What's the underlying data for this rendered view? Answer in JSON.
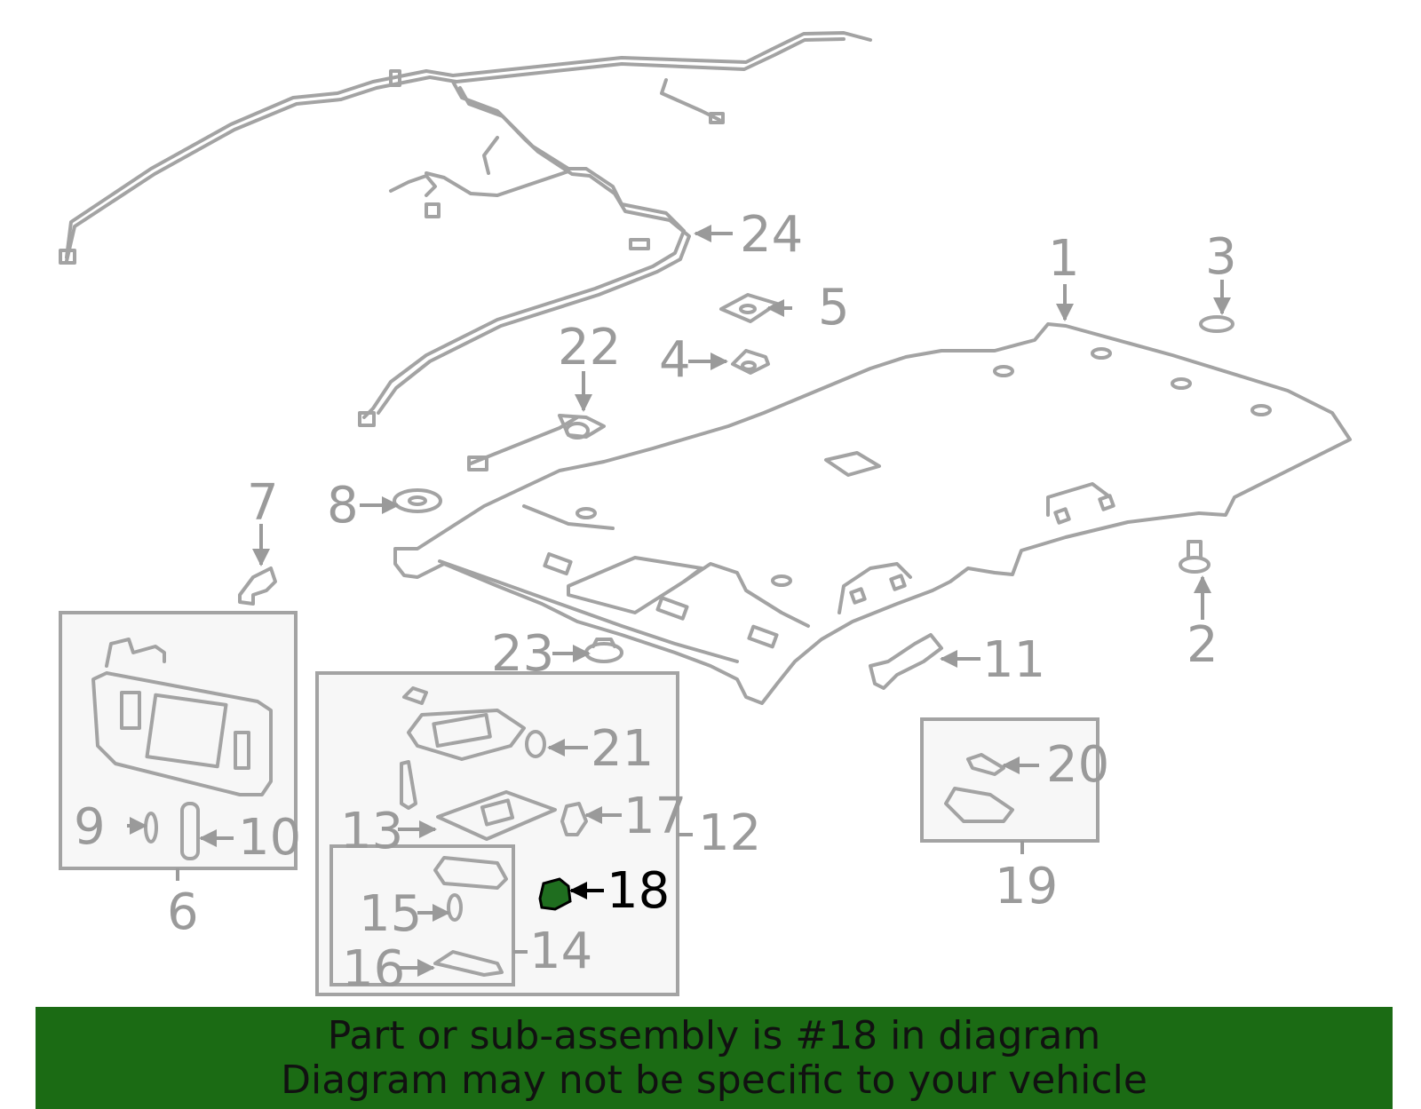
{
  "callouts": {
    "c1": "1",
    "c2": "2",
    "c3": "3",
    "c4": "4",
    "c5": "5",
    "c6": "6",
    "c7": "7",
    "c8": "8",
    "c9": "9",
    "c10": "10",
    "c11": "11",
    "c12": "12",
    "c13": "13",
    "c14": "14",
    "c15": "15",
    "c16": "16",
    "c17": "17",
    "c18": "18",
    "c19": "19",
    "c20": "20",
    "c21": "21",
    "c22": "22",
    "c23": "23",
    "c24": "24"
  },
  "highlighted_part": "18",
  "banner": {
    "line1": "Part or sub-assembly is #18 in diagram",
    "line2": "Diagram may not be specific to your vehicle"
  },
  "colors": {
    "banner_background": "#1b6b14",
    "highlight_part": "#1f6e1f",
    "line_art": "#a3a3a3"
  }
}
